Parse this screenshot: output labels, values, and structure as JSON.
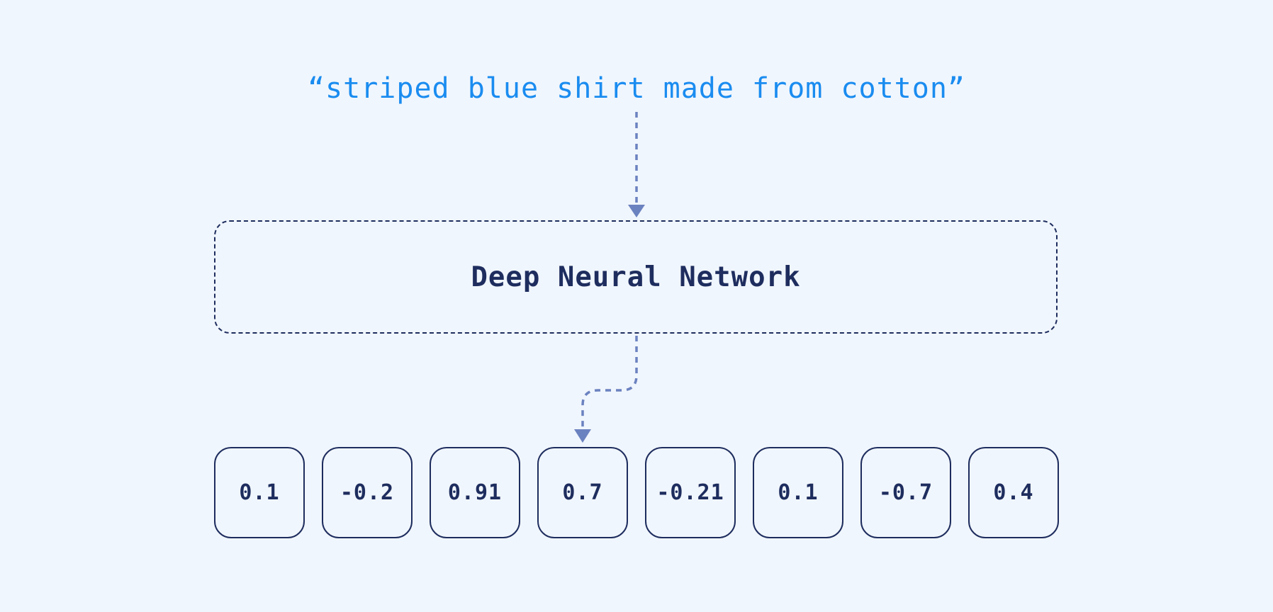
{
  "query": "“striped blue shirt made from cotton”",
  "model": {
    "label": "Deep Neural Network"
  },
  "embedding": [
    "0.1",
    "-0.2",
    "0.91",
    "0.7",
    "-0.21",
    "0.1",
    "-0.7",
    "0.4"
  ],
  "colors": {
    "background": "#f0f6fd",
    "query_text": "#1a8cf0",
    "box_stroke": "#1e2d5e",
    "arrow": "#6b82c0"
  }
}
